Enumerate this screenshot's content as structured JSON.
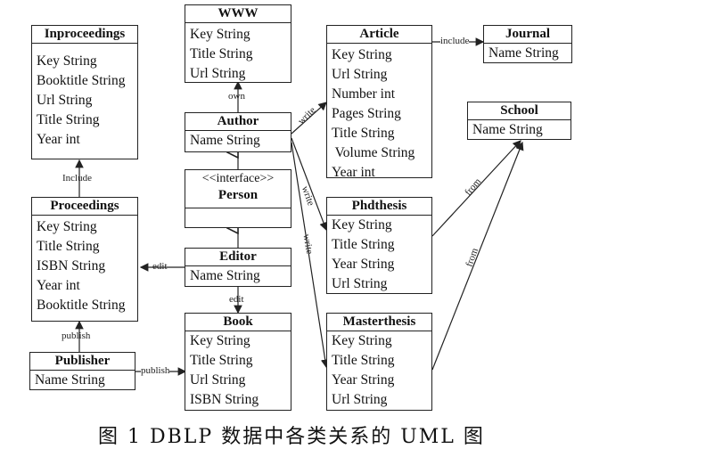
{
  "classes": {
    "www": {
      "name": "WWW",
      "attrs": [
        "Key String",
        "Title String",
        "Url String"
      ]
    },
    "inproceedings": {
      "name": "Inproceedings",
      "attrs": [
        "Key String",
        "Booktitle String",
        "Url String",
        "Title String",
        "Year int"
      ]
    },
    "article": {
      "name": "Article",
      "attrs": [
        "Key String",
        "Url String",
        "Number int",
        "Pages String",
        "Title String",
        " Volume String",
        "Year int"
      ]
    },
    "journal": {
      "name": "Journal",
      "attrs": [
        "Name String"
      ]
    },
    "author": {
      "name": "Author",
      "attrs": [
        "Name String"
      ]
    },
    "school": {
      "name": "School",
      "attrs": [
        "Name String"
      ]
    },
    "person": {
      "stereotype": "<<interface>>",
      "name": "Person"
    },
    "proceedings": {
      "name": "Proceedings",
      "attrs": [
        "Key String",
        "Title String",
        "ISBN String",
        "Year int",
        "Booktitle String"
      ]
    },
    "phdthesis": {
      "name": "Phdthesis",
      "attrs": [
        "Key String",
        "Title String",
        "Year String",
        "Url String"
      ]
    },
    "editor": {
      "name": "Editor",
      "attrs": [
        "Name String"
      ]
    },
    "book": {
      "name": "Book",
      "attrs": [
        "Key String",
        "Title String",
        "Url String",
        "ISBN String"
      ]
    },
    "publisher": {
      "name": "Publisher",
      "attrs": [
        "Name String"
      ]
    },
    "masterthesis": {
      "name": "Masterthesis",
      "attrs": [
        "Key String",
        "Title String",
        "Year String",
        "Url String"
      ]
    }
  },
  "relations": {
    "include": "include",
    "include2": "Include",
    "own": "own",
    "write1": "write",
    "write2": "write",
    "write3": "write",
    "edit1": "edit",
    "edit2": "edit",
    "publish1": "publish",
    "publish2": "publish",
    "from1": "from",
    "from2": "from"
  },
  "caption": "图 1   DBLP 数据中各类关系的 UML 图"
}
